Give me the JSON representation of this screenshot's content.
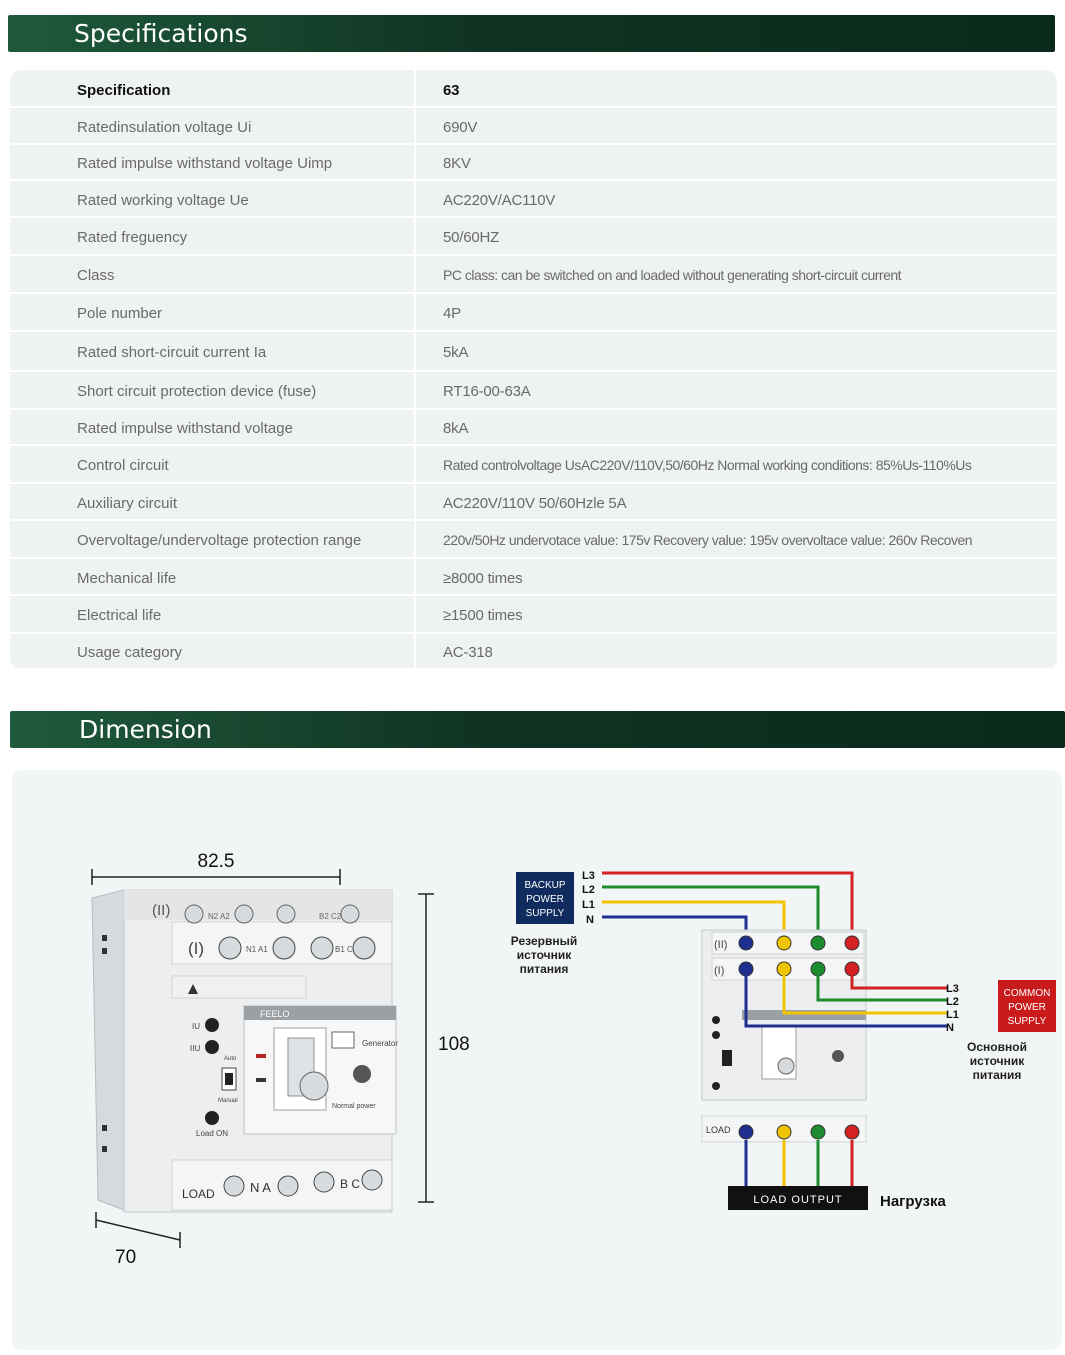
{
  "sections": {
    "specifications_title": "Specifications",
    "dimension_title": "Dimension"
  },
  "spec_table": {
    "header": {
      "key": "Specification",
      "value": "63"
    },
    "rows": [
      {
        "key": "Ratedinsulation voltage Ui",
        "value": "690V"
      },
      {
        "key": "Rated impulse withstand voltage Uimp",
        "value": "8KV"
      },
      {
        "key": "Rated working voltage Ue",
        "value": "AC220V/AC110V"
      },
      {
        "key": "Rated freguency",
        "value": "50/60HZ"
      },
      {
        "key": "Class",
        "value": "PC class: can be switched on and loaded without generating short-circuit current"
      },
      {
        "key": "Pole number",
        "value": "4P"
      },
      {
        "key": "Rated short-circuit current Ia",
        "value": "5kA"
      },
      {
        "key": "Short circuit protection device (fuse)",
        "value": "RT16-00-63A"
      },
      {
        "key": "Rated impulse withstand voltage",
        "value": "8kA"
      },
      {
        "key": "Control circuit",
        "value": "Rated controlvoltage UsAC220V/110V,50/60Hz Normal working conditions: 85%Us-110%Us"
      },
      {
        "key": "Auxiliary circuit",
        "value": "AC220V/110V 50/60Hzle 5A"
      },
      {
        "key": "Overvoltage/undervoltage protection range",
        "value": "220v/50Hz undervotace value: 175v Recovery value: 195v overvoltace value: 260v Recoven"
      },
      {
        "key": "Mechanical life",
        "value": "≥8000 times"
      },
      {
        "key": "Electrical life",
        "value": "≥1500 times"
      },
      {
        "key": "Usage category",
        "value": "AC-318"
      }
    ]
  },
  "dimension": {
    "width": "82.5",
    "height": "108",
    "depth": "70",
    "device": {
      "top_row_1": "(II)",
      "top_row_1_label_a": "N2 A2",
      "top_row_1_label_b": "B2 C2",
      "top_row_2": "(I)",
      "top_row_2_label_a": "N1 A1",
      "top_row_2_label_b": "B1 C1",
      "brand": "FEELO",
      "generator": "Generator",
      "normal_power": "Normal power",
      "auto": "Auto",
      "manual": "Manual",
      "load_on": "Load ON",
      "bottom_load": "LOAD",
      "bottom_na": "N A",
      "bottom_bc": "B C",
      "indicator_2": "IIU",
      "indicator_1": "IU"
    }
  },
  "wiring": {
    "backup_box": [
      "BACKUP",
      "POWER",
      "SUPPLY"
    ],
    "backup_ru": [
      "Резервный",
      "источник",
      "питания"
    ],
    "backup_lines": [
      "L3",
      "L2",
      "L1",
      "N"
    ],
    "common_box": [
      "COMMON",
      "POWER",
      "SUPPLY"
    ],
    "common_ru": [
      "Основной",
      "источник",
      "питания"
    ],
    "common_lines": [
      "L3",
      "L2",
      "L1",
      "N"
    ],
    "load_output": "LOAD OUTPUT",
    "load_ru": "Нагрузка",
    "colors": {
      "L3": "#d42121",
      "L2": "#1c8c2e",
      "L1": "#f2c300",
      "N": "#1f2f8f"
    }
  }
}
